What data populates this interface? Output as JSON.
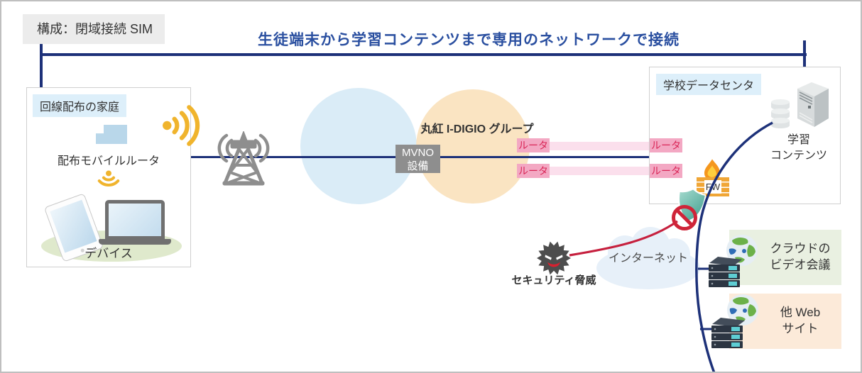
{
  "title_area": {
    "config_label": "構成：閉域接続 SIM",
    "headline": "生徒端末から学習コンテンツまで専用のネットワークで接続"
  },
  "home": {
    "label": "回線配布の家庭",
    "router_caption": "配布モバイルルータ",
    "devices_caption": "デバイス"
  },
  "network": {
    "group_label": "丸紅 I-DIGIO グループ",
    "mvno_line1": "MVNO",
    "mvno_line2": "設備",
    "routers": [
      "ルータ",
      "ルータ",
      "ルータ",
      "ルータ"
    ]
  },
  "datacenter": {
    "label": "学校データセンタ",
    "content_line1": "学習",
    "content_line2": "コンテンツ",
    "firewall_label": "FW"
  },
  "internet_area": {
    "cloud_label": "インターネット",
    "threat_label": "セキュリティ脅威",
    "video_line1": "クラウドの",
    "video_line2": "ビデオ会議",
    "web_line1": "他 Web",
    "web_line2": "サイト"
  },
  "colors": {
    "navy_line": "#1d3179",
    "headline_blue": "#2a4fa0",
    "router_pink": "#f3a8c3",
    "router_text_red": "#d92556",
    "band_pink": "#fbdfec",
    "wifi_yellow": "#f0b42d",
    "mvno_gray": "#8e8e8e",
    "blue_circle": "#daecf7",
    "orange_circle": "#fae4c2",
    "label_lightblue": "#ddeffa",
    "video_green_box": "#e9f0e1",
    "web_orange_box": "#fcead9",
    "attack_red": "#c6203e",
    "shield_teal": "#4fae9d",
    "flame_orange": "#f5971d"
  }
}
